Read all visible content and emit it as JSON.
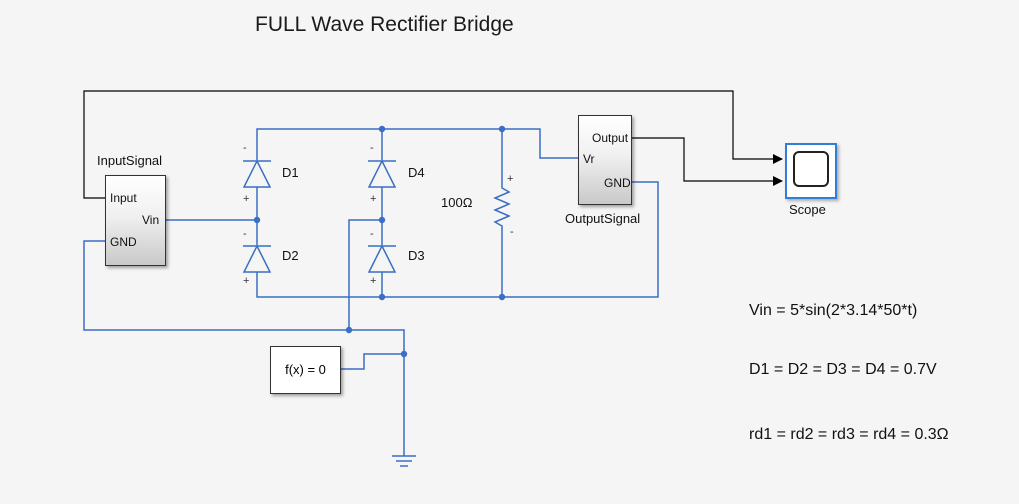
{
  "title": "FULL Wave Rectifier Bridge",
  "colors": {
    "physical_wire": "#3a6fc4",
    "signal_wire": "#000000",
    "scope_border": "#2f7fd8"
  },
  "blocks": {
    "input_signal": {
      "name": "InputSignal",
      "port_input": "Input",
      "port_vin": "Vin",
      "port_gnd": "GND"
    },
    "output_signal": {
      "name": "OutputSignal",
      "port_output": "Output",
      "port_vr": "Vr",
      "port_gnd": "GND"
    },
    "scope": {
      "name": "Scope"
    },
    "reference": {
      "label": "f(x) = 0"
    }
  },
  "components": {
    "d1": "D1",
    "d2": "D2",
    "d3": "D3",
    "d4": "D4",
    "resistor": "100Ω",
    "plus": "+",
    "minus": "-"
  },
  "equations": {
    "vin": "Vin = 5*sin(2*3.14*50*t)",
    "diodes": "D1 = D2 = D3 = D4 = 0.7V",
    "rd": "rd1 = rd2 = rd3 = rd4 = 0.3Ω"
  }
}
